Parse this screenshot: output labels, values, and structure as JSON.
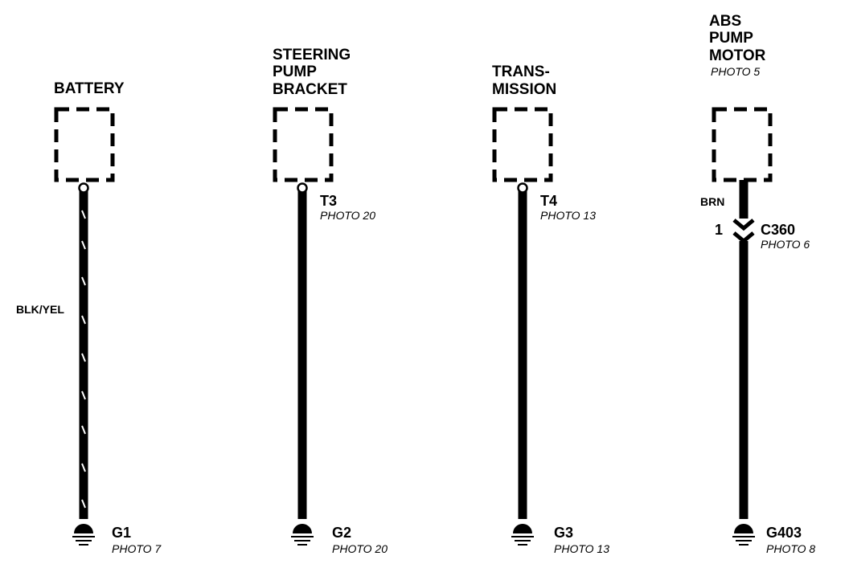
{
  "circuits": [
    {
      "component": [
        "BATTERY"
      ],
      "component_photo": "",
      "terminal": "",
      "terminal_photo": "",
      "wire_color": "BLK/YEL",
      "connector_pin": "",
      "connector": "",
      "connector_photo": "",
      "ground": "G1",
      "ground_photo": "PHOTO 7"
    },
    {
      "component": [
        "STEERING",
        "PUMP",
        "BRACKET"
      ],
      "component_photo": "",
      "terminal": "T3",
      "terminal_photo": "PHOTO 20",
      "wire_color": "",
      "connector_pin": "",
      "connector": "",
      "connector_photo": "",
      "ground": "G2",
      "ground_photo": "PHOTO 20"
    },
    {
      "component": [
        "TRANS-",
        "MISSION"
      ],
      "component_photo": "",
      "terminal": "T4",
      "terminal_photo": "PHOTO 13",
      "wire_color": "",
      "connector_pin": "",
      "connector": "",
      "connector_photo": "",
      "ground": "G3",
      "ground_photo": "PHOTO 13"
    },
    {
      "component": [
        "ABS",
        "PUMP",
        "MOTOR"
      ],
      "component_photo": "PHOTO 5",
      "terminal": "",
      "terminal_photo": "",
      "wire_color": "BRN",
      "connector_pin": "1",
      "connector": "C360",
      "connector_photo": "PHOTO 6",
      "ground": "G403",
      "ground_photo": "PHOTO 8"
    }
  ]
}
